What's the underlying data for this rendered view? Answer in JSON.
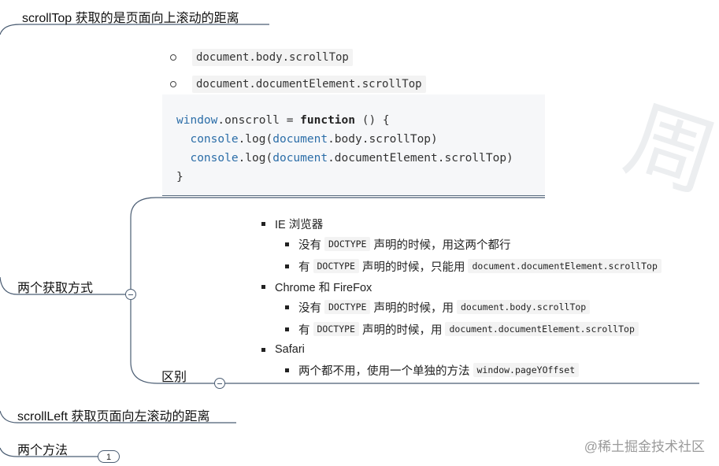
{
  "topics": {
    "scroll_top": "scrollTop  获取的是页面向上滚动的距离",
    "two_ways": "两个获取方式",
    "difference": "区别",
    "scroll_left": "scrollLeft 获取页面向左滚动的距离",
    "two_methods": "两个方法",
    "two_methods_count": "1"
  },
  "bullets": [
    "document.body.scrollTop",
    "document.documentElement.scrollTop"
  ],
  "code_lines": {
    "l1_obj": "window",
    "l1_rest": ".onscroll = ",
    "l1_kw": "function",
    "l1_end": " () {",
    "l2_fn": "console",
    "l2_mid": ".log(",
    "l2_obj": "document",
    "l2_end": ".body.scrollTop)",
    "l3_fn": "console",
    "l3_mid": ".log(",
    "l3_obj": "document",
    "l3_end": ".documentElement.scrollTop)",
    "l4": "}"
  },
  "difference_list": {
    "ie": {
      "title": "IE 浏览器",
      "items": [
        {
          "pre": "没有",
          "code": "DOCTYPE",
          "post": "声明的时候，用这两个都行",
          "code2": ""
        },
        {
          "pre": "有",
          "code": "DOCTYPE",
          "post": "声明的时候，只能用",
          "code2": "document.documentElement.scrollTop"
        }
      ]
    },
    "chrome": {
      "title": "Chrome 和 FireFox",
      "items": [
        {
          "pre": "没有",
          "code": "DOCTYPE",
          "post": "声明的时候，用",
          "code2": "document.body.scrollTop"
        },
        {
          "pre": "有",
          "code": "DOCTYPE",
          "post": "声明的时候，用",
          "code2": "document.documentElement.scrollTop"
        }
      ]
    },
    "safari": {
      "title": "Safari",
      "items": [
        {
          "pre": "两个都不用，使用一个单独的方法",
          "code": "window.pageYOffset"
        }
      ]
    }
  },
  "watermark": "@稀土掘金技术社区",
  "colors": {
    "line": "#4b5d73",
    "code_blue": "#2c6ea8"
  }
}
